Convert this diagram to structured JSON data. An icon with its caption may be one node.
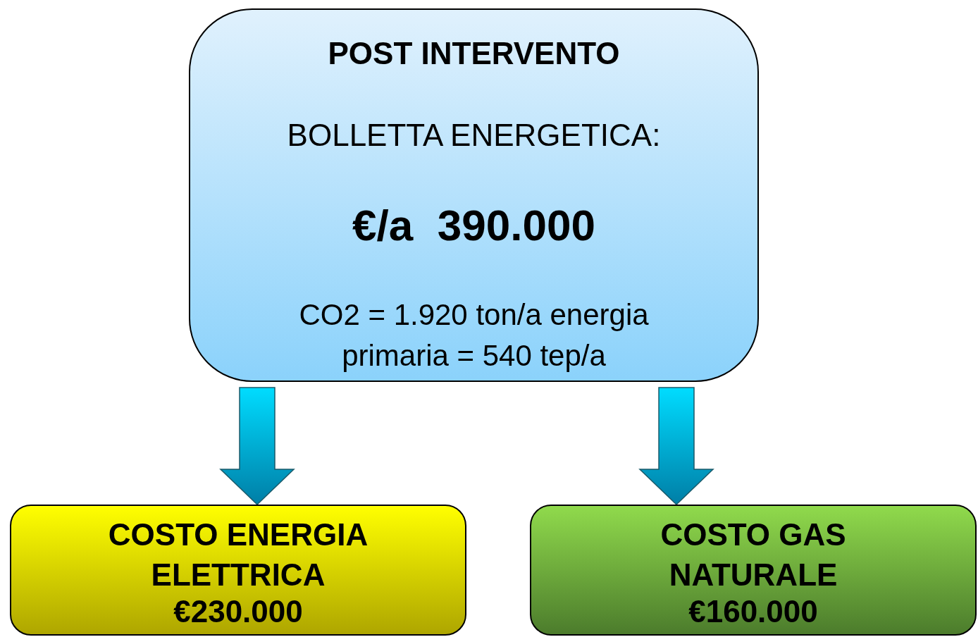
{
  "diagram": {
    "nodes": [
      {
        "text": [
          "POST INTERVENTO",
          "BOLLETTA ENERGETICA:",
          "€/a  390.000",
          "CO2 = 1.920 ton/a energia primaria = 540 tep/a"
        ]
      },
      {
        "text": [
          "COSTO ENERGIA ELETTRICA",
          "€230.000"
        ]
      },
      {
        "text": [
          "COSTO GAS NATURALE",
          "€160.000"
        ]
      }
    ],
    "edges": [
      {
        "from": 0,
        "to": 1,
        "arrow": "to",
        "style": "thick"
      },
      {
        "from": 0,
        "to": 2,
        "arrow": "to",
        "style": "thick"
      }
    ]
  }
}
